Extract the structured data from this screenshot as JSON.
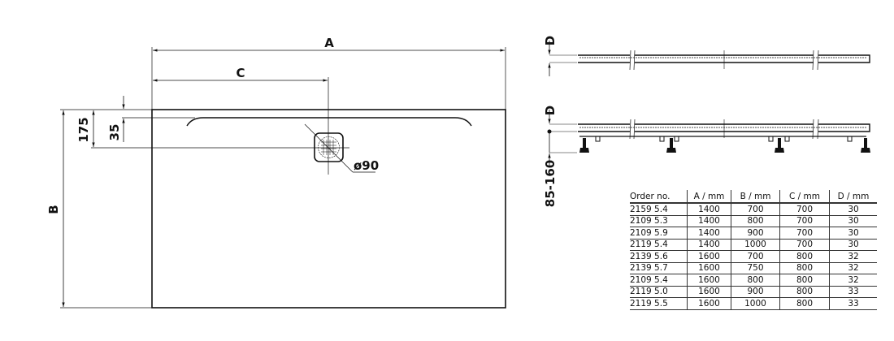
{
  "drawing": {
    "plan_labels": {
      "A": "A",
      "B": "B",
      "C": "C",
      "d175": "175",
      "d35": "35",
      "drain": "ø90"
    },
    "side_labels": {
      "D_top": "D",
      "D_bottom": "D",
      "height_range": "85-160"
    }
  },
  "table": {
    "headers": [
      "Order no.",
      "A / mm",
      "B / mm",
      "C / mm",
      "D / mm"
    ],
    "rows": [
      [
        "2159 5.4",
        "1400",
        "700",
        "700",
        "30"
      ],
      [
        "2109 5.3",
        "1400",
        "800",
        "700",
        "30"
      ],
      [
        "2109 5.9",
        "1400",
        "900",
        "700",
        "30"
      ],
      [
        "2119 5.4",
        "1400",
        "1000",
        "700",
        "30"
      ],
      [
        "2139 5.6",
        "1600",
        "700",
        "800",
        "32"
      ],
      [
        "2139 5.7",
        "1600",
        "750",
        "800",
        "32"
      ],
      [
        "2109 5.4",
        "1600",
        "800",
        "800",
        "32"
      ],
      [
        "2119 5.0",
        "1600",
        "900",
        "800",
        "33"
      ],
      [
        "2119 5.5",
        "1600",
        "1000",
        "800",
        "33"
      ]
    ]
  }
}
